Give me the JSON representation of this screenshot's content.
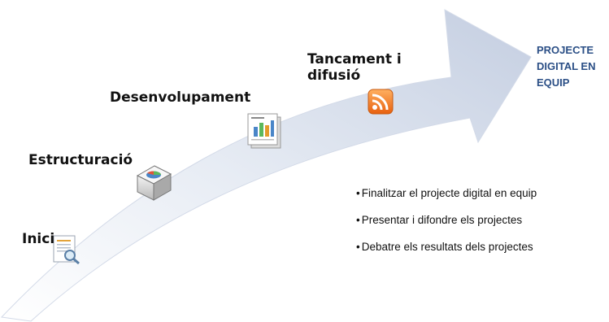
{
  "stages": [
    {
      "label": "Inici",
      "icon": "document-search-icon"
    },
    {
      "label": "Estructuració",
      "icon": "box-chart-icon"
    },
    {
      "label": "Desenvolupament",
      "icon": "report-chart-icon"
    },
    {
      "label": "Tancament i difusió",
      "icon": "rss-feed-icon"
    }
  ],
  "goal": "PROJECTE DIGITAL EN EQUIP",
  "bullets": [
    "Finalitzar el projecte digital en equip",
    "Presentar i difondre els projectes",
    "Debatre els resultats dels projectes"
  ],
  "colors": {
    "arrow_light": "#f4f6fa",
    "arrow_dark": "#c6d0e2",
    "goal_text": "#2b4f86",
    "rss_orange": "#f07a22"
  }
}
